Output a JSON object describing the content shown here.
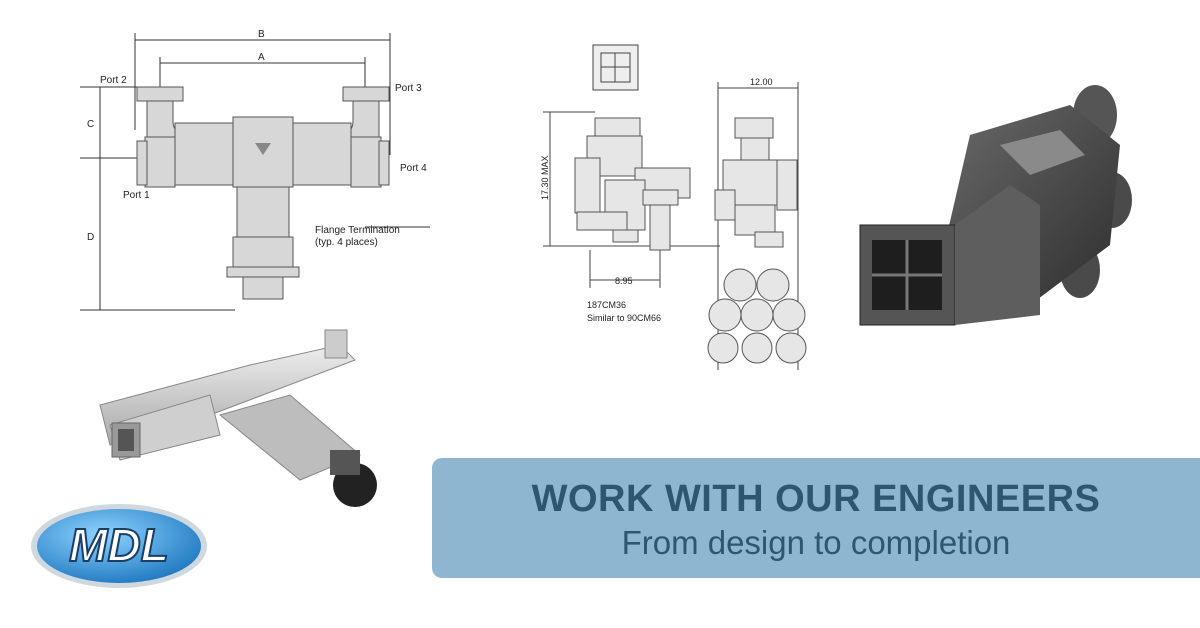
{
  "drawing1": {
    "dim_b": "B",
    "dim_a": "A",
    "dim_c": "C",
    "dim_d": "D",
    "port2": "Port 2",
    "port3": "Port 3",
    "port1": "Port 1",
    "port4": "Port 4",
    "flange_note_line1": "Flange Termination",
    "flange_note_line2": "(typ. 4 places)"
  },
  "drawing2": {
    "dim_width": "12.00",
    "dim_height": "17.30 MAX",
    "dim_base": "8.95",
    "model": "187CM36",
    "similar": "Similar to 90CM66"
  },
  "banner": {
    "title": "WORK WITH OUR ENGINEERS",
    "subtitle": "From design to completion"
  },
  "logo": {
    "text": "MDL"
  },
  "colors": {
    "banner_bg": "#8fb6d1",
    "banner_text": "#2f5670",
    "logo_blue": "#1e88c8"
  }
}
